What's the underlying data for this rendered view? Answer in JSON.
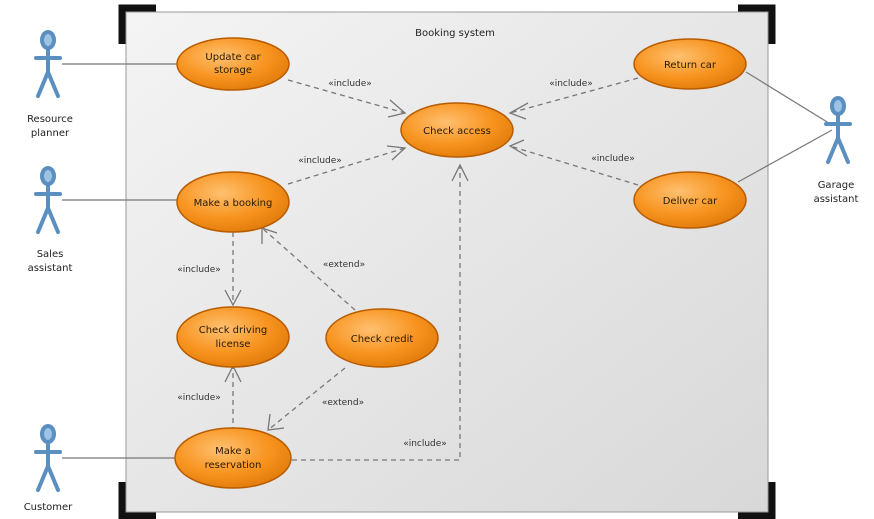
{
  "system": {
    "title": "Booking system"
  },
  "actors": [
    {
      "id": "resource",
      "lines": [
        "Resource",
        "planner"
      ]
    },
    {
      "id": "sales",
      "lines": [
        "Sales",
        "assistant"
      ]
    },
    {
      "id": "customer",
      "lines": [
        "Customer"
      ]
    },
    {
      "id": "garage",
      "lines": [
        "Garage",
        "assistant"
      ]
    }
  ],
  "usecases": [
    {
      "id": "update",
      "lines": [
        "Update car",
        "storage"
      ]
    },
    {
      "id": "check_access",
      "lines": [
        "Check access"
      ]
    },
    {
      "id": "return",
      "lines": [
        "Return car"
      ]
    },
    {
      "id": "booking",
      "lines": [
        "Make a booking"
      ]
    },
    {
      "id": "deliver",
      "lines": [
        "Deliver car"
      ]
    },
    {
      "id": "license",
      "lines": [
        "Check driving",
        "license"
      ]
    },
    {
      "id": "credit",
      "lines": [
        "Check credit"
      ]
    },
    {
      "id": "reservation",
      "lines": [
        "Make a",
        "reservation"
      ]
    }
  ],
  "relations": {
    "include": "«include»",
    "extend": "«extend»"
  },
  "colors": {
    "usecase_fill": "#f7931e",
    "usecase_stroke": "#b85c00",
    "actor": "#5a8fc0",
    "frame": "#111111"
  }
}
